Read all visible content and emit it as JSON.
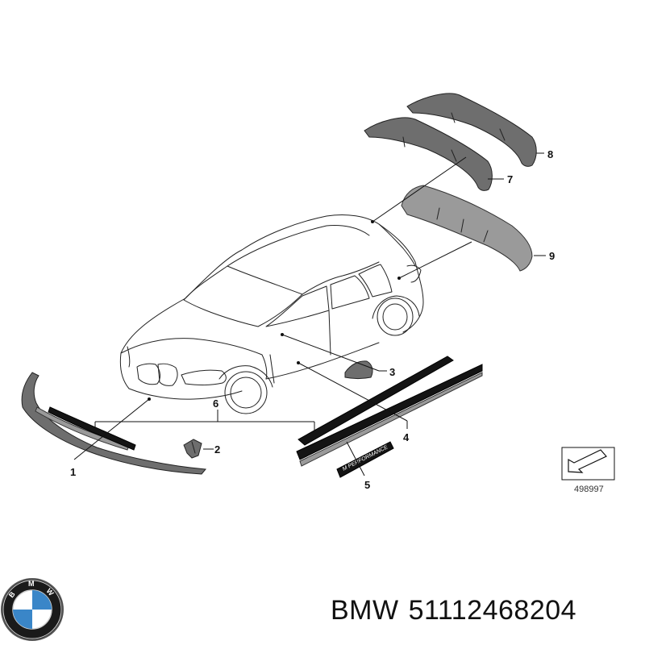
{
  "callouts": [
    "1",
    "2",
    "3",
    "4",
    "5",
    "6",
    "7",
    "8",
    "9"
  ],
  "badge_text": "M PERFORMANCE",
  "reference_number": "498997",
  "brand_logo": {
    "letters": [
      "B",
      "M",
      "W"
    ],
    "colors": {
      "ring": "#111111",
      "blue": "#3a86c8",
      "white": "#ffffff"
    }
  },
  "caption": {
    "brand": "BMW",
    "part_number": "51112468204"
  }
}
